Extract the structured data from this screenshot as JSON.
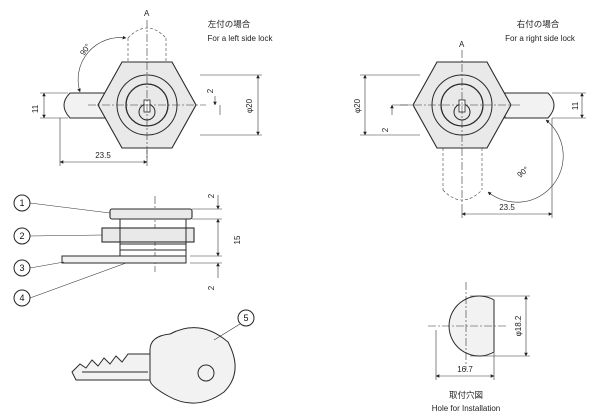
{
  "left_view": {
    "title_jp": "左付の場合",
    "title_en": "For a left side lock",
    "label_a": "A",
    "angle": "90°",
    "dim_width": "23.5",
    "dim_height": "11",
    "dim_diameter": "φ20",
    "dim_offset": "2"
  },
  "right_view": {
    "title_jp": "右付の場合",
    "title_en": "For a right side lock",
    "label_a": "A",
    "angle": "90°",
    "dim_width": "23.5",
    "dim_height": "11",
    "dim_diameter": "φ20",
    "dim_offset": "2"
  },
  "side_view": {
    "dim_top": "2",
    "dim_total": "15",
    "dim_bottom": "2",
    "callouts": [
      "1",
      "2",
      "3",
      "4"
    ]
  },
  "key": {
    "callout": "5"
  },
  "hole": {
    "title_jp": "取付穴図",
    "title_en": "Hole for Installation",
    "dim_width": "16.7",
    "dim_diameter": "φ18.2"
  }
}
